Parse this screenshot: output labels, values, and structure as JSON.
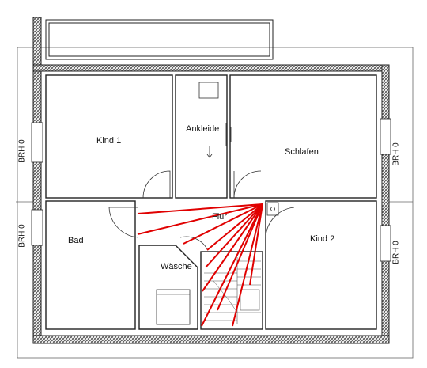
{
  "rooms": {
    "kind1": "Kind 1",
    "ankleide": "Ankleide",
    "schlafen": "Schlafen",
    "bad": "Bad",
    "flur": "Flur",
    "waesche": "Wäsche",
    "kind2": "Kind 2"
  },
  "side_labels": {
    "left_upper": "BRH 0",
    "left_lower": "BRH 0",
    "right_upper": "BRH 0",
    "right_lower": "BRH 0"
  },
  "colors": {
    "wall": "#222222",
    "hatch": "#444444",
    "line": "#333333",
    "ray": "#e00000",
    "background": "#ffffff"
  },
  "icons": {
    "stair": "staircase-icon",
    "washer": "washer-icon",
    "outlet": "outlet-icon"
  }
}
